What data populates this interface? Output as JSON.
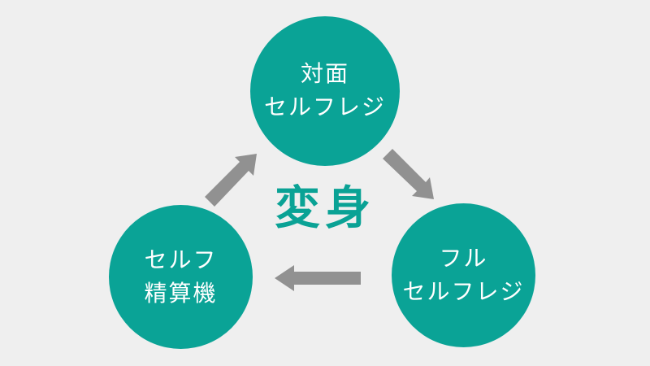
{
  "diagram": {
    "center_label": "変身",
    "nodes": [
      {
        "id": "face-to-face-self-checkout",
        "line1": "対面",
        "line2": "セルフレジ"
      },
      {
        "id": "full-self-checkout",
        "line1": "フル",
        "line2": "セルフレジ"
      },
      {
        "id": "self-payment-machine",
        "line1": "セルフ",
        "line2": "精算機"
      }
    ],
    "arrows": [
      {
        "name": "bottom-left-to-top",
        "from": "セルフ精算機",
        "to": "対面セルフレジ",
        "direction": "up-right"
      },
      {
        "name": "top-to-bottom-right",
        "from": "対面セルフレジ",
        "to": "フルセルフレジ",
        "direction": "down-right"
      },
      {
        "name": "bottom-right-to-bottom-left",
        "from": "フルセルフレジ",
        "to": "セルフ精算機",
        "direction": "left"
      }
    ],
    "colors": {
      "circle_fill": "#0aa396",
      "circle_text": "#ffffff",
      "center_text": "#0aa295",
      "arrow": "#919191",
      "background": "#efefef"
    }
  }
}
